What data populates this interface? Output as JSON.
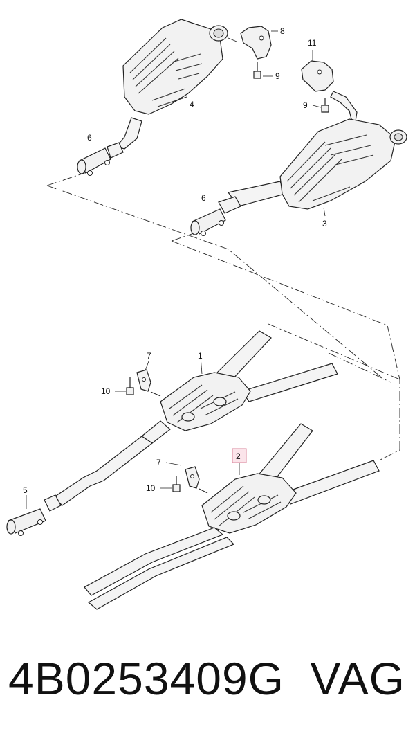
{
  "callouts": {
    "c1": "1",
    "c2": "2",
    "c3": "3",
    "c4": "4",
    "c5": "5",
    "c6a": "6",
    "c6b": "6",
    "c7a": "7",
    "c7b": "7",
    "c8": "8",
    "c9a": "9",
    "c9b": "9",
    "c10a": "10",
    "c10b": "10",
    "c11": "11"
  },
  "highlight_color": "#fbe4ea",
  "footer": {
    "part_number": "4B0253409G",
    "brand": "VAG"
  }
}
